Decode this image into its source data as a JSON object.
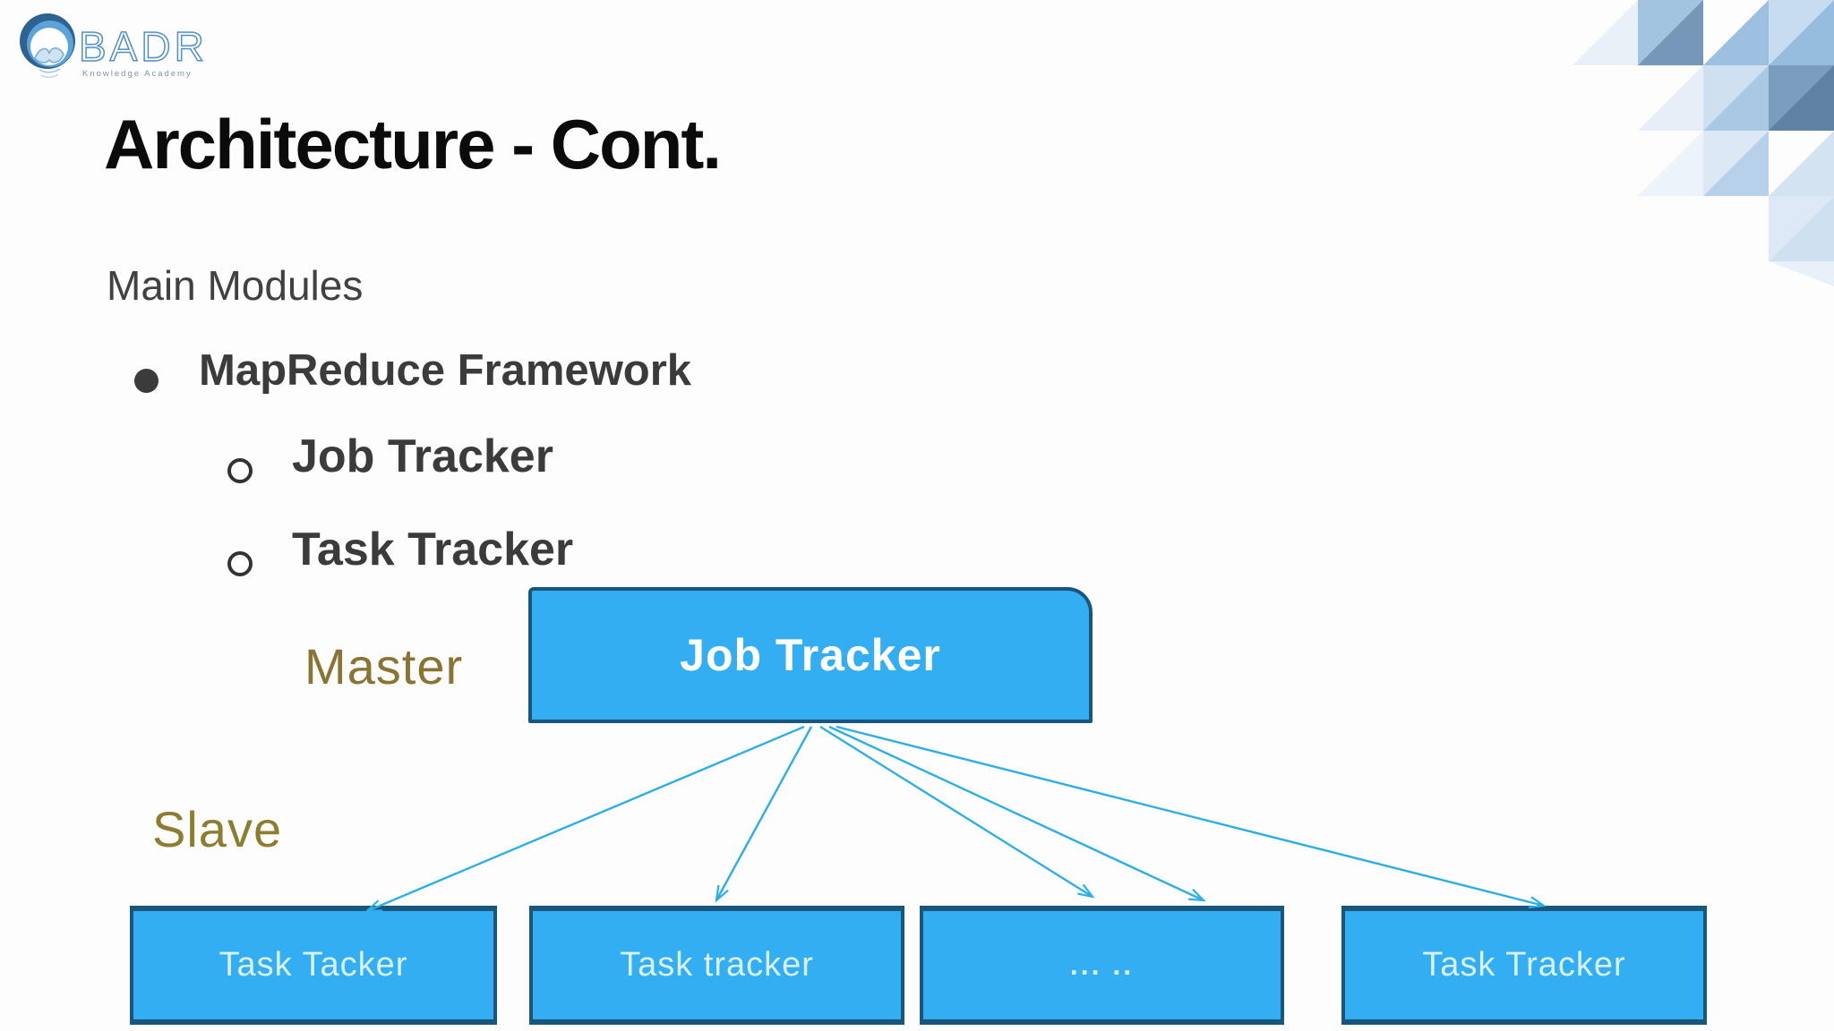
{
  "logo": {
    "brand": "BADR",
    "tagline": "Knowledge Academy"
  },
  "title": "Architecture - Cont.",
  "content": {
    "heading": "Main Modules",
    "bullets": [
      {
        "level": 1,
        "text": "MapReduce Framework"
      },
      {
        "level": 2,
        "text": "Job Tracker"
      },
      {
        "level": 2,
        "text": "Task Tracker"
      }
    ]
  },
  "diagram": {
    "master_label": "Master",
    "slave_label": "Slave",
    "job_tracker_label": "Job Tracker",
    "task_boxes": [
      "Task Tacker",
      "Task tracker",
      "... ..",
      "Task Tracker"
    ],
    "colors": {
      "box_fill": "#33aef2",
      "box_border": "#1a567c",
      "arrow": "#2caee8",
      "master_slave_text": "#8a7434"
    }
  }
}
